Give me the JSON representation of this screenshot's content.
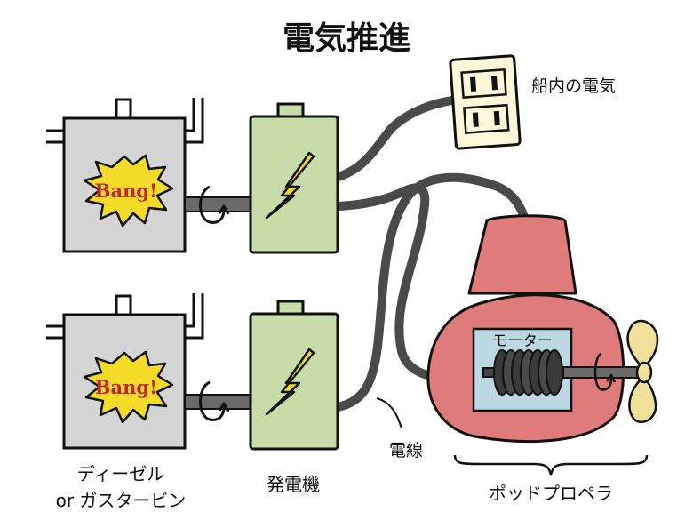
{
  "title": "電気推進",
  "labels": {
    "outlet": "船内の電気",
    "engine_line1": "ディーゼル",
    "engine_line2": "or ガスタービン",
    "generator": "発電機",
    "wire": "電線",
    "motor": "モーター",
    "pod": "ポッドプロペラ"
  },
  "engines": [
    {
      "bang": "Bang!"
    },
    {
      "bang": "Bang!"
    }
  ],
  "colors": {
    "engine": "#d4d4d4",
    "burst": "#f4dc28",
    "bang_text": "#c0272d",
    "generator": "#c8dcaa",
    "lightning": "#f4dc28",
    "pod": "#e07b7b",
    "motor_box": "#bcd8e2",
    "propeller": "#efe19a",
    "cable": "#4a4a4a",
    "outlet": "#fbf7d8"
  },
  "icons": [
    "lightning-bolt-icon",
    "rotation-arrow-icon",
    "power-outlet-icon",
    "propeller-icon"
  ]
}
